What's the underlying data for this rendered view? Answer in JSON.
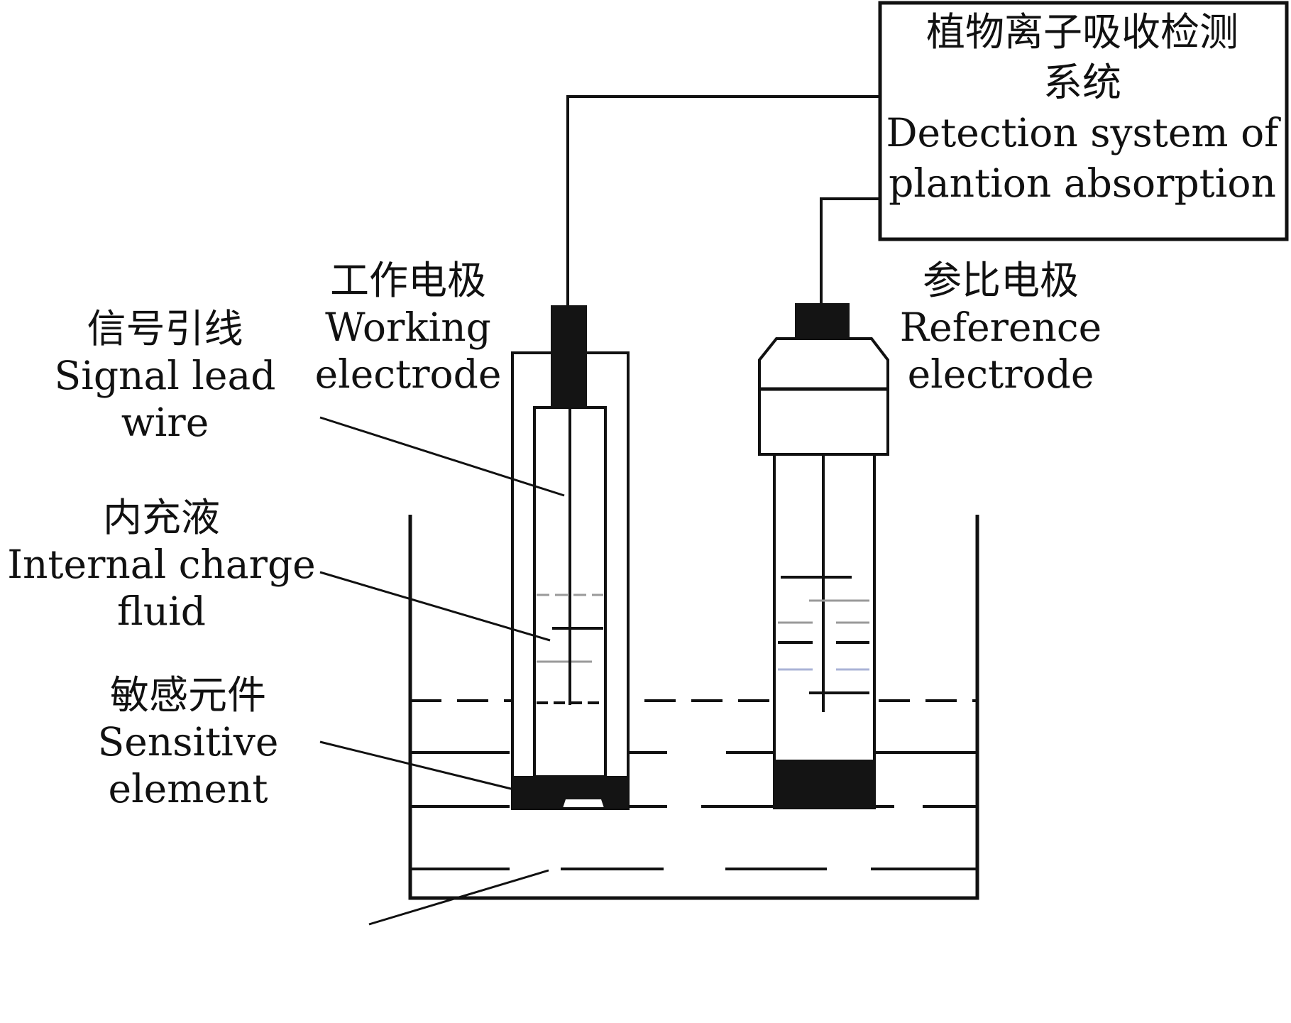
{
  "detection_system": {
    "zh_line1": "植物离子吸收检测",
    "zh_line2": "系统",
    "en_line1": "Detection system of",
    "en_line2": "plantion absorption"
  },
  "working_electrode": {
    "zh": "工作电极",
    "en_line1": "Working",
    "en_line2": "electrode"
  },
  "reference_electrode": {
    "zh": "参比电极",
    "en_line1": "Reference",
    "en_line2": "electrode"
  },
  "signal_lead": {
    "zh": "信号引线",
    "en_line1": "Signal lead",
    "en_line2": "wire"
  },
  "internal_fluid": {
    "zh": "内充液",
    "en_line1": "Internal charge",
    "en_line2": "fluid"
  },
  "sensitive_element": {
    "zh": "敏感元件",
    "en_line1": "Sensitive",
    "en_line2": "element"
  },
  "colors": {
    "line": "#111111",
    "dark_fill": "#141414",
    "gray_mark": "#9a9a9a",
    "blue_mark": "#aab3d6"
  }
}
